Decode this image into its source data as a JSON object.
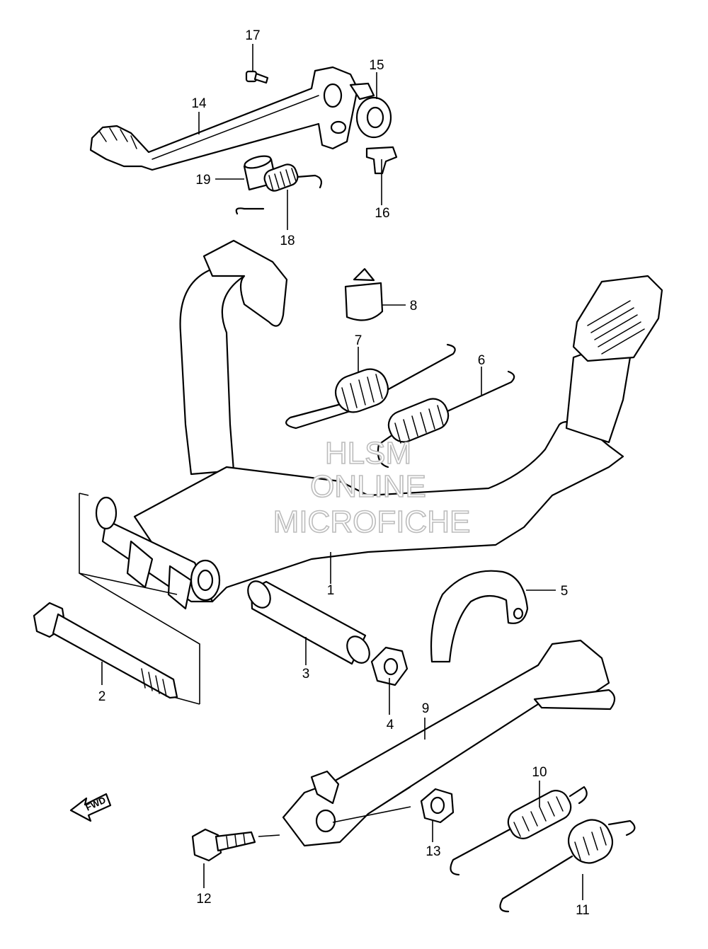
{
  "watermark": {
    "line1": "HLSM",
    "line2": "ONLINE",
    "line3": "MICROFICHE"
  },
  "direction_indicator": "FWD",
  "part_labels": {
    "p1": "1",
    "p2": "2",
    "p3": "3",
    "p4": "4",
    "p5": "5",
    "p6": "6",
    "p7": "7",
    "p8": "8",
    "p9": "9",
    "p10": "10",
    "p11": "11",
    "p12": "12",
    "p13": "13",
    "p14": "14",
    "p15": "15",
    "p16": "16",
    "p17": "17",
    "p18": "18",
    "p19": "19"
  }
}
